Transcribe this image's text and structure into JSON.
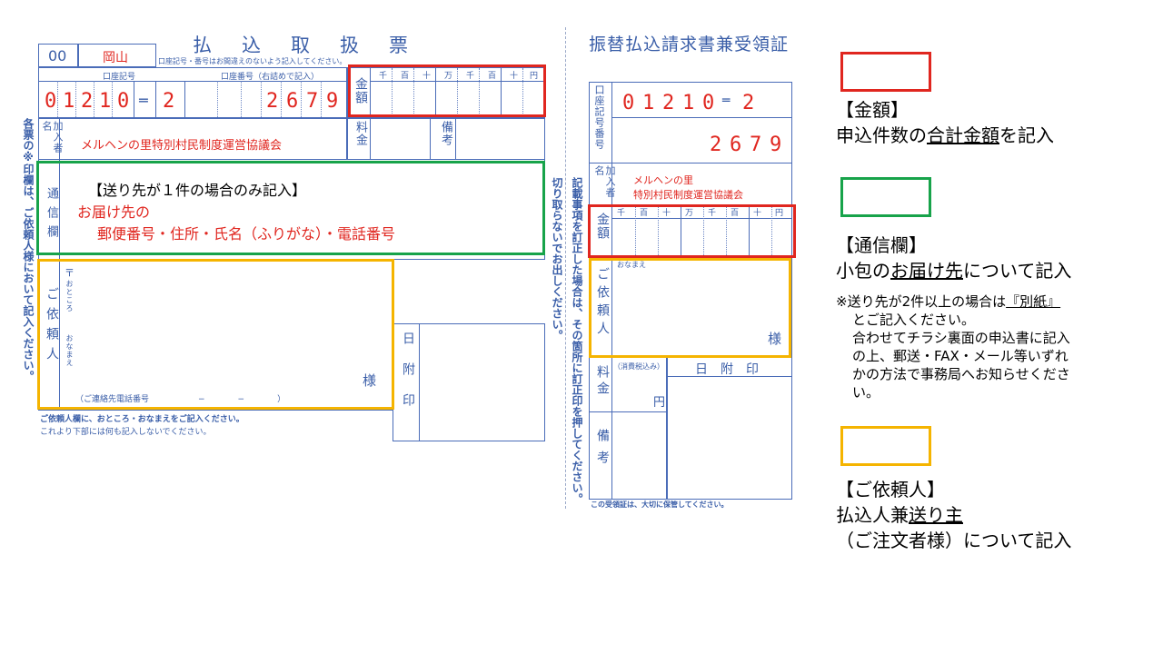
{
  "left_form": {
    "title": "払　込　取　扱　票",
    "form_code": "00",
    "branch": "岡山",
    "header_note": "口座記号・番号はお間違えのないよう記入してください。",
    "account_symbol_label": "口座記号",
    "account_number_label": "口座番号（右詰めで記入）",
    "account_symbol_digits": [
      "0",
      "1",
      "2",
      "1",
      "0"
    ],
    "account_symbol_check": "2",
    "account_number_digits": [
      "2",
      "6",
      "7",
      "9"
    ],
    "amount_label": "金額",
    "amount_units": [
      "千",
      "百",
      "十",
      "万",
      "千",
      "百",
      "十",
      "円"
    ],
    "subscriber_label": "加入者名",
    "subscriber_name": "メルヘンの里特別村民制度運営協議会",
    "fee_label": "料金",
    "remarks_label": "備考",
    "correspondence_label": "通信欄",
    "correspondence_title": "【送り先が１件の場合のみ記入】",
    "correspondence_line1": "お届け先の",
    "correspondence_line2": "郵便番号・住所・氏名（ふりがな）・電話番号",
    "requester_label": "ご依頼人",
    "postal_mark": "〒",
    "address_label": "おところ",
    "name_label": "おなまえ",
    "sama": "様",
    "phone_label": "（ご連絡先電話番号　　　　　　−　　　　−　　　　）",
    "stamp_label": "日附印",
    "side_note": "各票の※印欄は、ご依頼人様において記入ください。",
    "footer1": "ご依頼人欄に、おところ・おなまえをご記入ください。",
    "footer2": "これより下部には何も記入しないでください。"
  },
  "middle_note": {
    "cut_note": "切り取らないでお出しください。",
    "correction_note": "記載事項を訂正した場合は、その箇所に訂正印を押してください。"
  },
  "right_form": {
    "title": "振替払込請求書兼受領証",
    "account_label": "口座記号番号",
    "account_symbol_digits": [
      "0",
      "1",
      "2",
      "1",
      "0"
    ],
    "account_symbol_check": "2",
    "account_number_digits": [
      "2",
      "6",
      "7",
      "9"
    ],
    "subscriber_label": "加入者名",
    "subscriber_name_1": "メルヘンの里",
    "subscriber_name_2": "特別村民制度運営協議会",
    "amount_label": "金額",
    "amount_units": [
      "千",
      "百",
      "十",
      "万",
      "千",
      "百",
      "十",
      "円"
    ],
    "requester_label": "ご依頼人",
    "name_label": "おなまえ",
    "sama": "様",
    "fee_label": "料金",
    "tax_label": "（消費税込み）",
    "yen": "円",
    "stamp_label": "日　附　印",
    "remarks_label": "備考",
    "footer": "この受領証は、大切に保管してください。"
  },
  "legend": {
    "amount": {
      "color": "#e0261f",
      "title": "【金額】",
      "desc_pre": "申込件数の",
      "desc_u": "合計金額",
      "desc_post": "を記入"
    },
    "correspondence": {
      "color": "#17a34a",
      "title": "【通信欄】",
      "desc_pre": "小包の",
      "desc_u": "お届け先",
      "desc_post": "について記入",
      "note_pre": "※送り先が2件以上の場合は",
      "note_u": "『別紙』",
      "note_lines": [
        "とご記入ください。",
        "合わせてチラシ裏面の申込書に記入",
        "の上、郵送・FAX・メール等いずれ",
        "かの方法で事務局へお知らせくださ",
        "い。"
      ]
    },
    "requester": {
      "color": "#f5b400",
      "title": "【ご依頼人】",
      "desc_pre": "払込人兼",
      "desc_u": "送り主",
      "desc_line2": "（ご注文者様）について記入"
    }
  }
}
